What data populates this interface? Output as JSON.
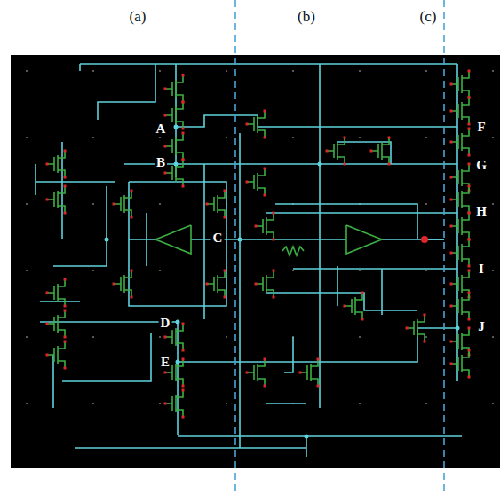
{
  "diagram": {
    "labels": [
      "(a)",
      "(b)",
      "(c)",
      "A",
      "B",
      "C",
      "D",
      "E",
      "F",
      "G",
      "H",
      "I",
      "J"
    ]
  }
}
